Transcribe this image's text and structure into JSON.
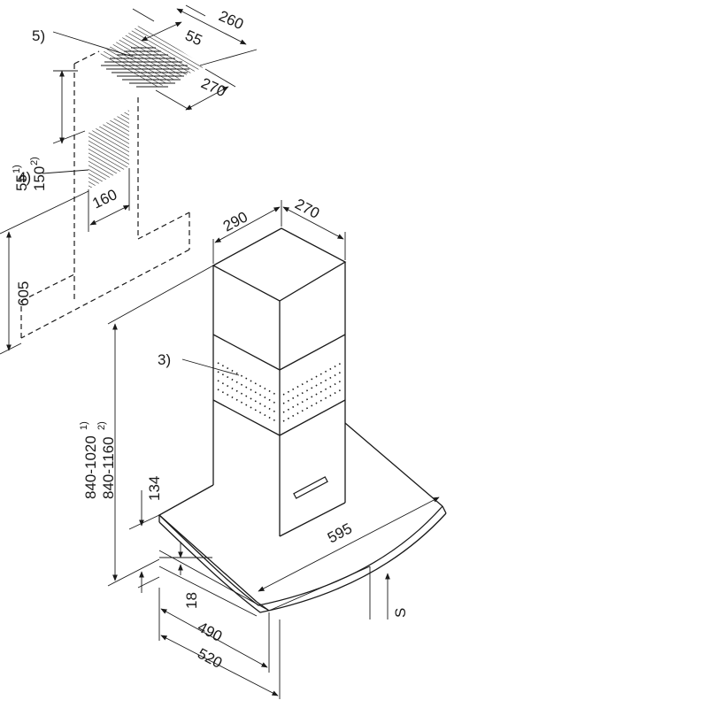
{
  "callouts": {
    "duct_outlet": "5)",
    "wall_bracket": "4)",
    "vent_grille": "3)"
  },
  "dimensions": {
    "outlet_depth": "260",
    "outlet_offset": "55",
    "outlet_width": "270",
    "bracket_offset_1": "55",
    "bracket_offset_1_note": "1)",
    "bracket_offset_2": "150",
    "bracket_offset_2_note": "2)",
    "bracket_width": "160",
    "mount_height": "605",
    "chimney_width": "290",
    "chimney_depth": "270",
    "total_height_1": "840-1020",
    "total_height_1_note": "1)",
    "total_height_2": "840-1160",
    "total_height_2_note": "2)",
    "canopy_height": "134",
    "hood_width": "595",
    "glass_thickness": "18",
    "depth_front": "490",
    "depth_total": "520",
    "clearance_s": "S"
  }
}
